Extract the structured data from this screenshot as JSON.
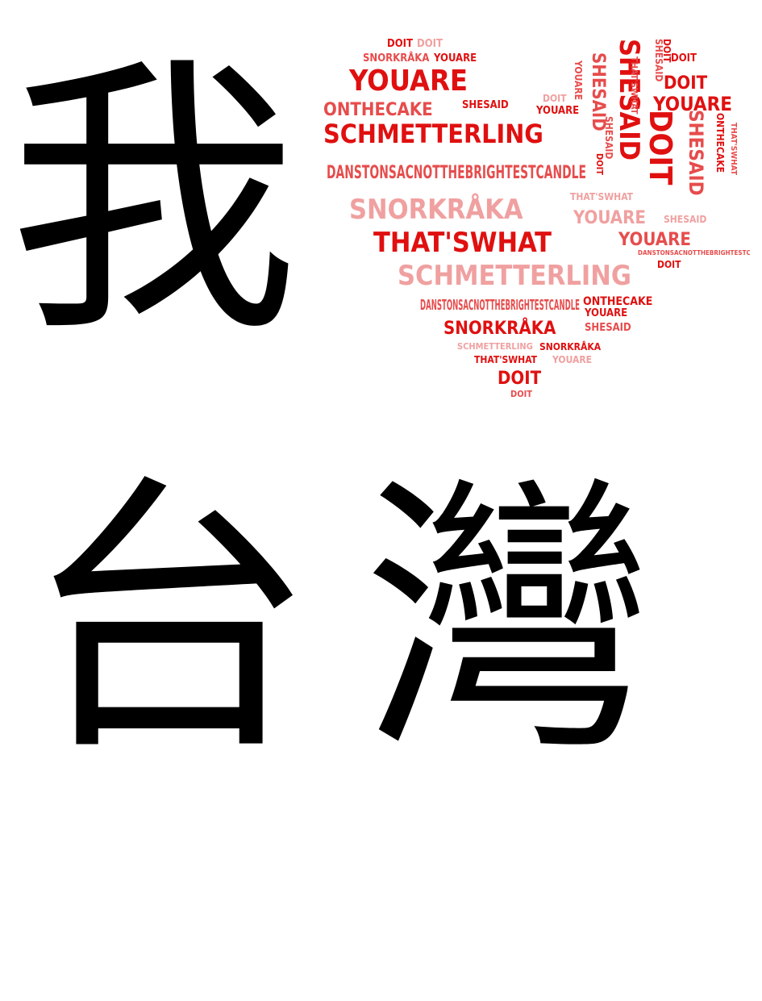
{
  "characters": {
    "wo": "我",
    "tai": "台",
    "wan": "灣"
  },
  "heart": {
    "colors": {
      "dark": "#e01010",
      "mid": "#e74c4c",
      "light": "#f0a0a0"
    },
    "words": [
      "DOIT",
      "DOIT",
      "SNORKRÅKA",
      "YOUARE",
      "YOUARE",
      "ONTHECAKE",
      "SHESAID",
      "SCHMETTERLING",
      "DANSTONSACNOTTHEBRIGHTESTCANDLE",
      "SNORKRÅKA",
      "THAT'SWHAT",
      "YOUARE",
      "SHESAID",
      "THAT'SWHAT",
      "YOUARE",
      "DANSTONSACNOTTHEBRIGHTESTCANDLE",
      "SCHMETTERLING",
      "DOIT",
      "DANSTONSACNOTTHEBRIGHTESTCANDLE",
      "ONTHECAKE",
      "YOUARE",
      "SNORKRÅKA",
      "SHESAID",
      "SCHMETTERLING",
      "SNORKRÅKA",
      "THAT'SWHAT",
      "YOUARE",
      "DOIT",
      "DOIT",
      "DOIT",
      "YOUARE",
      "SHESAID",
      "SHESAID",
      "DOIT",
      "YOUARE",
      "DOIT",
      "SHESAID",
      "THAT'SWHAT",
      "ONTHECAKE",
      "DOIT",
      "SHESAID",
      "DOIT",
      "YOUARE",
      "SHESAID",
      "THAT'SWHAT",
      "DOIT"
    ]
  }
}
